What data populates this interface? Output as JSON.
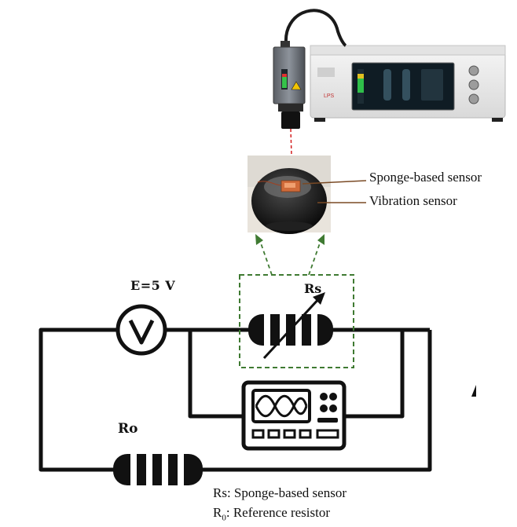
{
  "sensor_labels": {
    "sponge": "Sponge-based sensor",
    "vibration": "Vibration sensor"
  },
  "circuit": {
    "source_label": "E=5 V",
    "rs_label": "Rs",
    "r0_label": "Ro"
  },
  "legend": {
    "rs_line": "Rs: Sponge-based sensor",
    "r0_symbol": "R",
    "r0_sub": "0",
    "r0_text": ": Reference resistor"
  },
  "colors": {
    "laser_beam": "#d42020",
    "dashed_box": "#3f7a32",
    "pointer_line": "#7a4a25",
    "circuit": "#111111",
    "device_body": "#efefef",
    "screen": "#0f1c24"
  }
}
